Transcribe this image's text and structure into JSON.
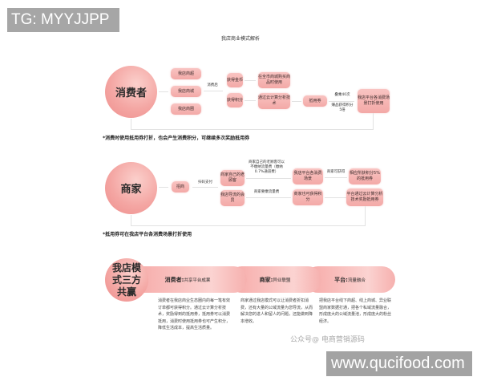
{
  "watermarks": {
    "top_left": "TG: MYYJJPP",
    "bottom_right": "www.qucifood.com",
    "wechat": "公众号@ 电商营销源码"
  },
  "title": "我店商业模式解析",
  "consumer": {
    "circle": "消费者",
    "entry_boxes": [
      "我店商超",
      "我店商城",
      "我店商圈"
    ],
    "consume_label": "消费后",
    "gain_boxes": [
      "获得金币",
      "获得积分"
    ],
    "result_boxes": [
      "在全市商城购买商品时使用",
      "通过云计算分析技术"
    ],
    "voucher_box": "抵用券",
    "labels_right": [
      "叠乘40次",
      "赚品获得积分5倍"
    ],
    "final_box": "我店平台各消费场景打折使用",
    "note": "*消费时使用抵用券打折，也会产生消费积分，可继续多次奖励抵用券"
  },
  "merchant": {
    "circle": "商家",
    "entry_box": "招商",
    "pay_label": "扫码支付",
    "customer_boxes": [
      "商家自己的老顾客",
      "我店导流的会员"
    ],
    "note_top": "商家自己的老顾客可以不缴纳流量费（缴纳0.7%通道费）",
    "note_bottom": "商家要缴流量费",
    "mid_boxes": [
      "我店平台各消费场景",
      "商家也可获得积分"
    ],
    "mid_label": "商家可获得",
    "right_boxes": [
      "相应所获积分5%的抵用券",
      "平台通过云计算分析技术奖励抵用券"
    ],
    "note": "*抵用券可在我店平台各消费场景打折使用"
  },
  "win": {
    "circle": "我店模式三方共赢",
    "bands": [
      {
        "title": "消费者:",
        "sub": "共享平台成果"
      },
      {
        "title": "商家:",
        "sub": "异业联盟"
      },
      {
        "title": "平台:",
        "sub": "流量融合"
      }
    ],
    "paragraphs": [
      "消费者在我店商业生态圈内的每一笔有效订单都可获得积分。通过云计算分析技术，奖励得到的抵用券，抵用券可以消费抵用，消费时使用抵用券也可产生积分，降低生活成本，提高生活质量。",
      "商家通过我店模式可以让消费者折扣消费，还有大量的公域流量为您导流，从而解决您的进人和留人的问题，还能做到降本增收。",
      "把我店平台线下商超、线上商城、异业联盟商家数据打通，把各个私域流量融合，形成庞大的公域流量池，形成庞大的粉丝经济。"
    ]
  }
}
